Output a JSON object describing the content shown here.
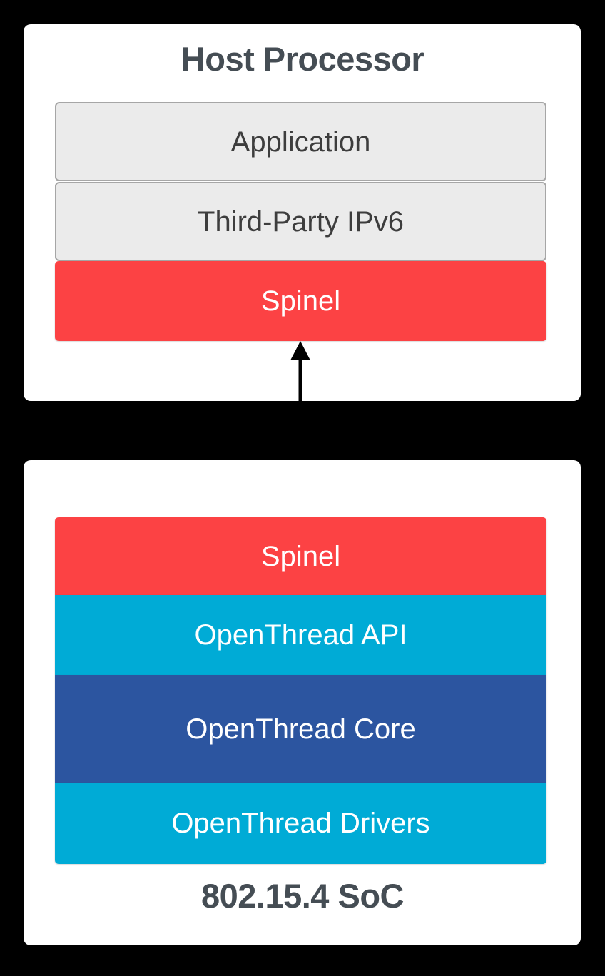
{
  "diagram": {
    "title": "OpenThread NCP / RCP architecture stack",
    "background_color": "#000000",
    "connector": {
      "name": "spinel-link",
      "kind": "double-headed-vertical-arrow",
      "color": "#000000",
      "from": "Spinel (Host Processor)",
      "to": "Spinel (802.15.4 SoC)"
    }
  },
  "host_card": {
    "title": "Host Processor",
    "title_color": "#454D54",
    "background_color": "#FFFFFF",
    "layers": [
      {
        "label": "Application",
        "fill": "#EBEBEB",
        "border": "#A6A6A6",
        "text_color": "#3D3D3D"
      },
      {
        "label": "Third-Party IPv6",
        "fill": "#EBEBEB",
        "border": "#A6A6A6",
        "text_color": "#3D3D3D"
      },
      {
        "label": "Spinel",
        "fill": "#FC4244",
        "border": "none",
        "text_color": "#FFFFFF"
      }
    ]
  },
  "soc_card": {
    "title": "802.15.4 SoC",
    "title_color": "#454D54",
    "background_color": "#FFFFFF",
    "layers": [
      {
        "label": "Spinel",
        "fill": "#FC4244",
        "border": "none",
        "text_color": "#FFFFFF"
      },
      {
        "label": "OpenThread API",
        "fill": "#00ABD6",
        "border": "none",
        "text_color": "#FFFFFF"
      },
      {
        "label": "OpenThread Core",
        "fill": "#2C55A0",
        "border": "none",
        "text_color": "#FFFFFF"
      },
      {
        "label": "OpenThread Drivers",
        "fill": "#00ABD6",
        "border": "none",
        "text_color": "#FFFFFF"
      }
    ]
  }
}
